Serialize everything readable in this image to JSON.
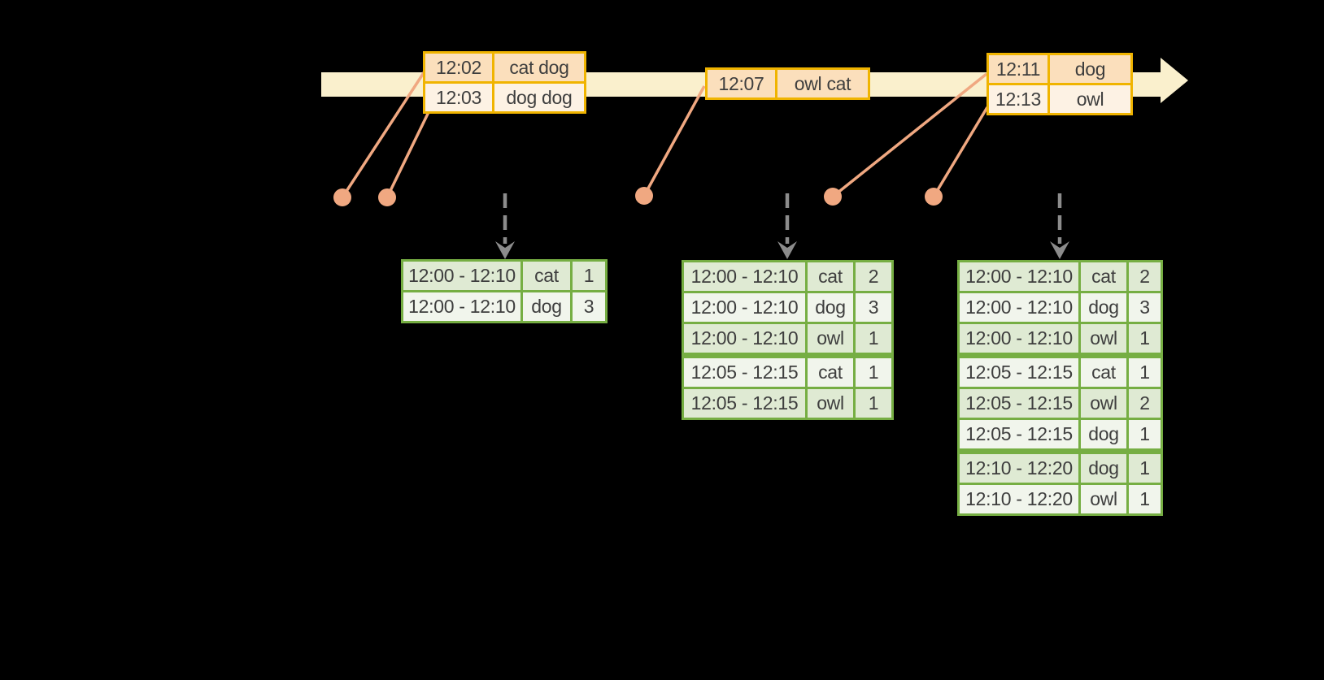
{
  "diagram": {
    "background": "#000000",
    "palette": {
      "timeline_fill": "#FAF0CD",
      "event_table_border": "#F0B400",
      "event_row_dark": "#FBDFBC",
      "event_row_light": "#FDF2E4",
      "connector_salmon": "#F0A881",
      "trigger_arrow_gray": "#8C8C8C",
      "result_table_border": "#76AE43",
      "result_row_dark": "#DFEAD3",
      "result_row_light": "#F1F5EC",
      "text": "#3E3E3E"
    },
    "icons": [
      "timeline-arrow",
      "event-dot",
      "trigger-down-arrow"
    ]
  },
  "event_tables": [
    {
      "rows": [
        {
          "time": "12:02",
          "words": "cat dog"
        },
        {
          "time": "12:03",
          "words": "dog dog"
        }
      ]
    },
    {
      "rows": [
        {
          "time": "12:07",
          "words": "owl cat"
        }
      ]
    },
    {
      "rows": [
        {
          "time": "12:11",
          "words": "dog"
        },
        {
          "time": "12:13",
          "words": "owl"
        }
      ]
    }
  ],
  "result_tables": [
    {
      "rows": [
        {
          "window": "12:00 - 12:10",
          "word": "cat",
          "count": "1"
        },
        {
          "window": "12:00 - 12:10",
          "word": "dog",
          "count": "3"
        }
      ]
    },
    {
      "rows": [
        {
          "window": "12:00 - 12:10",
          "word": "cat",
          "count": "2"
        },
        {
          "window": "12:00 - 12:10",
          "word": "dog",
          "count": "3"
        },
        {
          "window": "12:00 - 12:10",
          "word": "owl",
          "count": "1"
        },
        {
          "window": "12:05 - 12:15",
          "word": "cat",
          "count": "1"
        },
        {
          "window": "12:05 - 12:15",
          "word": "owl",
          "count": "1"
        }
      ]
    },
    {
      "rows": [
        {
          "window": "12:00 - 12:10",
          "word": "cat",
          "count": "2"
        },
        {
          "window": "12:00 - 12:10",
          "word": "dog",
          "count": "3"
        },
        {
          "window": "12:00 - 12:10",
          "word": "owl",
          "count": "1"
        },
        {
          "window": "12:05 - 12:15",
          "word": "cat",
          "count": "1"
        },
        {
          "window": "12:05 - 12:15",
          "word": "owl",
          "count": "2"
        },
        {
          "window": "12:05 - 12:15",
          "word": "dog",
          "count": "1"
        },
        {
          "window": "12:10 - 12:20",
          "word": "dog",
          "count": "1"
        },
        {
          "window": "12:10 - 12:20",
          "word": "owl",
          "count": "1"
        }
      ]
    }
  ]
}
